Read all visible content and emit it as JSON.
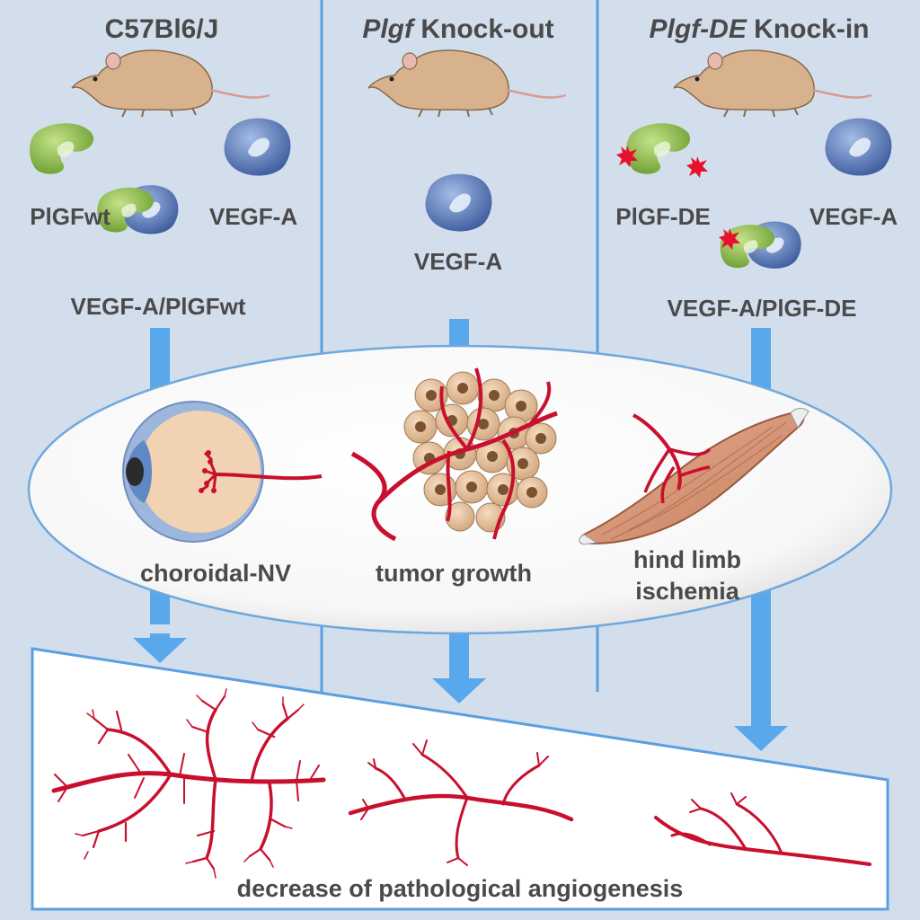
{
  "columns": [
    {
      "title": "C57Bl6/J",
      "title_italic": "",
      "title_rest": "C57Bl6/J",
      "labels": [
        "PlGFwt",
        "VEGF-A",
        "VEGF-A/PlGFwt"
      ]
    },
    {
      "title": "Plgf Knock-out",
      "title_italic": "Plgf",
      "title_rest": " Knock-out",
      "labels": [
        "VEGF-A"
      ]
    },
    {
      "title": "Plgf-DE Knock-in",
      "title_italic": "Plgf-DE",
      "title_rest": " Knock-in",
      "labels": [
        "PlGF-DE",
        "VEGF-A",
        "VEGF-A/PlGF-DE"
      ]
    }
  ],
  "models": {
    "eye": "choroidal-NV",
    "tumor": "tumor growth",
    "limb_line1": "hind limb",
    "limb_line2": "ischemia"
  },
  "result": "decrease of pathological angiogenesis",
  "colors": {
    "background": "#d3deed",
    "divider": "#5b9fe0",
    "arrow": "#5aa8ec",
    "plgf_green": "#8cc04a",
    "vegf_blue": "#5578b8",
    "vessel_red": "#c8102e",
    "mouse": "#d7b28d",
    "text": "#4a4a4a"
  }
}
